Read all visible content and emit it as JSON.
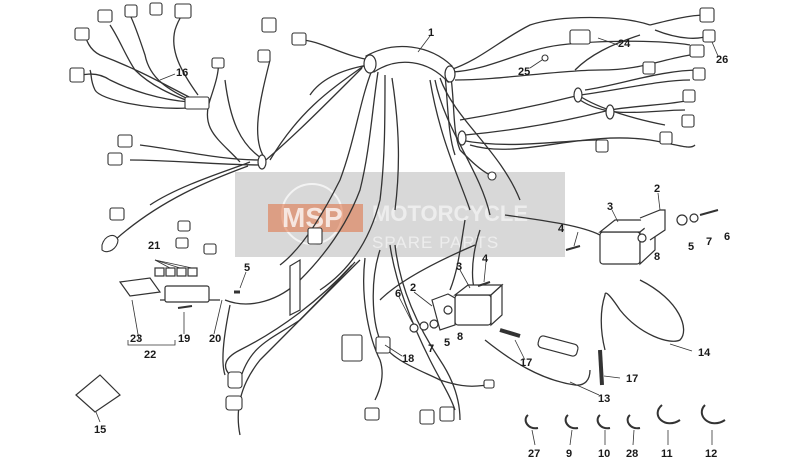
{
  "colors": {
    "line": "#333333",
    "watermark_bg": "#c8c8c8",
    "watermark_logo": "#e07040"
  },
  "watermark": {
    "logo": "MSP",
    "title": "MOTORCYCLE",
    "subtitle": "SPARE PARTS"
  },
  "callouts": [
    {
      "id": "1",
      "text": "1"
    },
    {
      "id": "2a",
      "text": "2"
    },
    {
      "id": "2b",
      "text": "2"
    },
    {
      "id": "3a",
      "text": "3"
    },
    {
      "id": "3b",
      "text": "3"
    },
    {
      "id": "4a",
      "text": "4"
    },
    {
      "id": "4b",
      "text": "4"
    },
    {
      "id": "5a",
      "text": "5"
    },
    {
      "id": "5b",
      "text": "5"
    },
    {
      "id": "5c",
      "text": "5"
    },
    {
      "id": "6a",
      "text": "6"
    },
    {
      "id": "6b",
      "text": "6"
    },
    {
      "id": "7a",
      "text": "7"
    },
    {
      "id": "7b",
      "text": "7"
    },
    {
      "id": "8a",
      "text": "8"
    },
    {
      "id": "8b",
      "text": "8"
    },
    {
      "id": "9",
      "text": "9"
    },
    {
      "id": "10",
      "text": "10"
    },
    {
      "id": "11",
      "text": "11"
    },
    {
      "id": "12",
      "text": "12"
    },
    {
      "id": "13",
      "text": "13"
    },
    {
      "id": "14",
      "text": "14"
    },
    {
      "id": "15",
      "text": "15"
    },
    {
      "id": "16",
      "text": "16"
    },
    {
      "id": "17a",
      "text": "17"
    },
    {
      "id": "17b",
      "text": "17"
    },
    {
      "id": "18",
      "text": "18"
    },
    {
      "id": "19",
      "text": "19"
    },
    {
      "id": "20",
      "text": "20"
    },
    {
      "id": "21",
      "text": "21"
    },
    {
      "id": "22",
      "text": "22"
    },
    {
      "id": "23",
      "text": "23"
    },
    {
      "id": "24",
      "text": "24"
    },
    {
      "id": "25",
      "text": "25"
    },
    {
      "id": "26",
      "text": "26"
    },
    {
      "id": "27",
      "text": "27"
    },
    {
      "id": "28",
      "text": "28"
    }
  ]
}
